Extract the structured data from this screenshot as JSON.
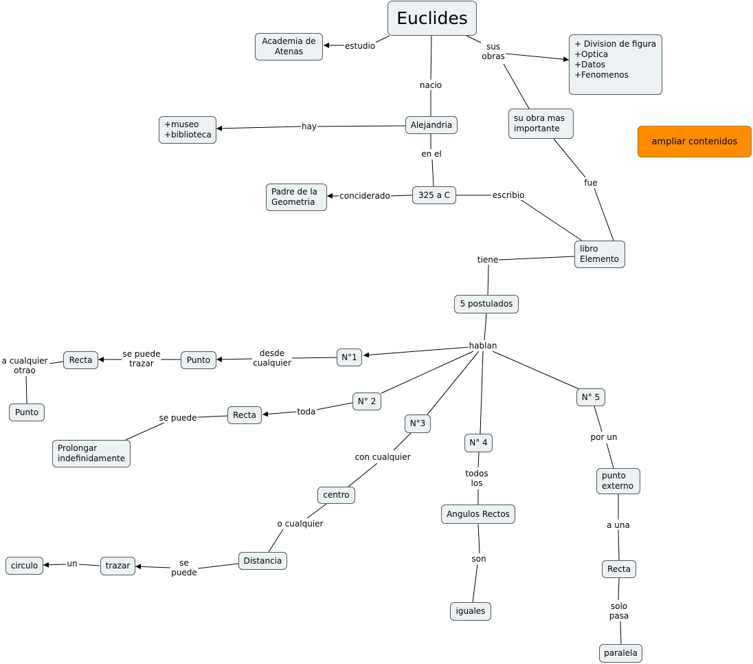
{
  "concepts": {
    "euclides": "Euclides",
    "academia": "Academia de\nAtenas",
    "obras_list": "+ Division de figura\n+Optica\n+Datos\n+Fenomenos",
    "obra_importante": "su obra mas\nimportante",
    "museo": "+museo\n+biblioteca",
    "alejandria": "Alejandria",
    "ampliar": "ampliar contenidos",
    "padre": "Padre de la\nGeometria",
    "fecha": "325 a C",
    "libro": "libro\nElemento",
    "postulados": "5 postulados",
    "recta1": "Recta",
    "punto1": "Punto",
    "n1": "N°1",
    "punto2": "Punto",
    "n2": "N° 2",
    "recta2": "Recta",
    "n3": "N°3",
    "prolongar": "Prolongar\nindefinidamente",
    "n4": "N° 4",
    "n5": "N° 5",
    "centro": "centro",
    "punto_externo": "punto\nexterno",
    "angulos": "Angulos Rectos",
    "circulo": "circulo",
    "trazar": "trazar",
    "distancia": "Distancia",
    "recta3": "Recta",
    "iguales": "iguales",
    "paralela": "paralela"
  },
  "links": {
    "estudio": "estudio",
    "sus_obras": "sus\nobras",
    "nacio": "nacio",
    "hay": "hay",
    "en_el": "en el",
    "fue": "fue",
    "conciderado": "conciderado",
    "escribio": "escribio",
    "tiene": "tiene",
    "hablan": "hablan",
    "se_puede_trazar": "se puede\ntrazar",
    "desde_cualquier": "desde\ncualquier",
    "a_cualquier_otrao": "a cualquier\notrao",
    "toda": "toda",
    "se_puede": "se puede",
    "con_cualquier": "con cualquier",
    "por_un": "por un",
    "todos_los": "todos\nlos",
    "o_cualquier": "o cualquier",
    "a_una": "a una",
    "un": "un",
    "se_puede2": "se\npuede",
    "son": "son",
    "solo_pasa": "solo\npasa"
  }
}
